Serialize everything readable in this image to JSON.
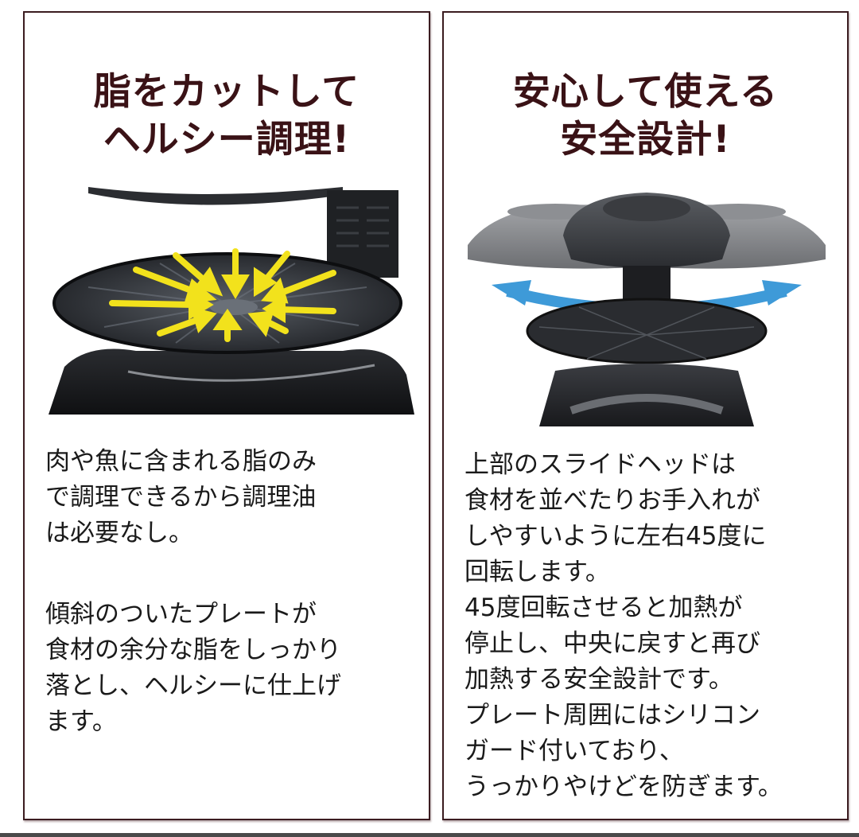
{
  "panels": {
    "left": {
      "title": [
        "脂をカットして",
        "ヘルシー調理!"
      ],
      "image": {
        "subject": "grill-plate-with-fat-drain-arrows",
        "arrow_color": "#f2e21c"
      },
      "paragraphs": [
        [
          "肉や魚に含まれる脂のみ",
          "で調理できるから調理油",
          "は必要なし。"
        ],
        [
          "傾斜のついたプレートが",
          "食材の余分な脂をしっかり",
          "落とし、ヘルシーに仕上げ",
          "ます。"
        ]
      ]
    },
    "right": {
      "title": [
        "安心して使える",
        "安全設計!"
      ],
      "image": {
        "subject": "rotating-slide-head-grill",
        "arrow_color": "#3e9ad8"
      },
      "paragraphs": [
        [
          "上部のスライドヘッドは",
          "食材を並べたりお手入れが",
          "しやすいように左右45度に",
          "回転します。",
          "45度回転させると加熱が",
          "停止し、中央に戻すと再び",
          "加熱する安全設計です。",
          "プレート周囲にはシリコン",
          "ガード付いており、",
          "うっかりやけどを防ぎます。"
        ]
      ]
    }
  },
  "colors": {
    "border": "#3b1c20",
    "title_text": "#3a1216",
    "body_text": "#1a1a1a",
    "background": "#ffffff"
  }
}
